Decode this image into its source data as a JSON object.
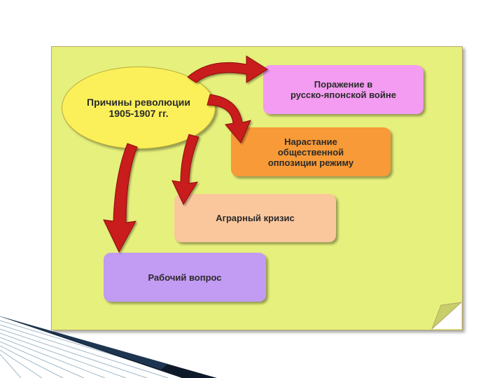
{
  "diagram": {
    "center": {
      "label": "Причины революции\n1905-1907  гг."
    },
    "boxes": [
      {
        "id": "defeat",
        "label": "Поражение в\nрусско-японской войне"
      },
      {
        "id": "opposition",
        "label": "Нарастание\nобщественной\nоппозиции режиму"
      },
      {
        "id": "agrarian",
        "label": "Аграрный кризис"
      },
      {
        "id": "workers",
        "label": "Рабочий вопрос"
      }
    ],
    "colors": {
      "sheet": "#e6f07c",
      "center": "#fbf05a",
      "defeat": "#f39cf1",
      "opposition": "#f79a37",
      "agrarian": "#fac79d",
      "workers": "#c29bf3",
      "arrow": "#c91a1a"
    }
  }
}
